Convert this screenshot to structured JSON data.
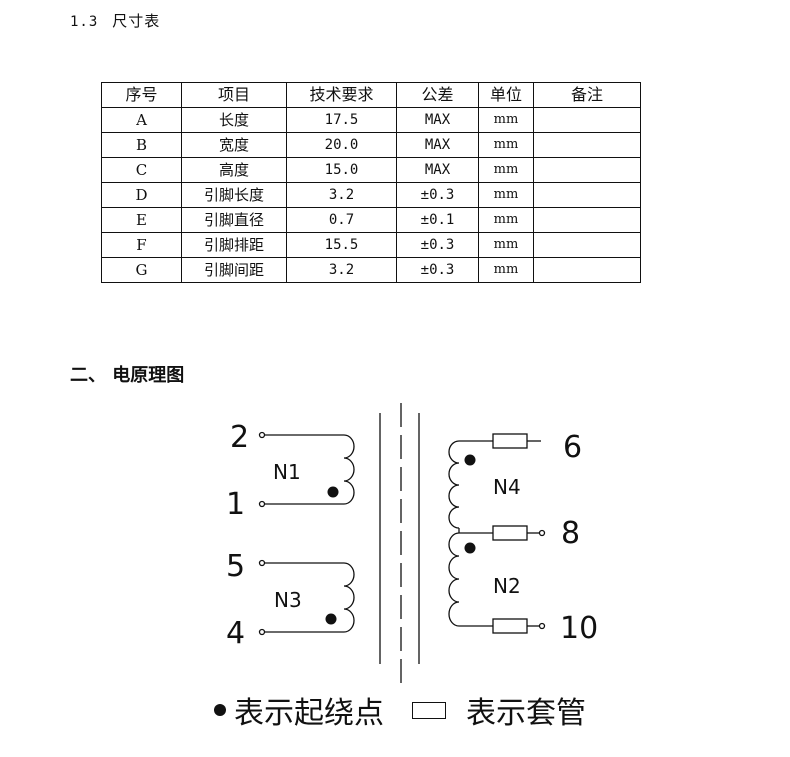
{
  "section1": {
    "number": "1.3",
    "title": "尺寸表"
  },
  "table": {
    "headers": [
      "序号",
      "项目",
      "技术要求",
      "公差",
      "单位",
      "备注"
    ],
    "rows": [
      [
        "A",
        "长度",
        "17.5",
        "MAX",
        "mm",
        ""
      ],
      [
        "B",
        "宽度",
        "20.0",
        "MAX",
        "mm",
        ""
      ],
      [
        "C",
        "高度",
        "15.0",
        "MAX",
        "mm",
        ""
      ],
      [
        "D",
        "引脚长度",
        "3.2",
        "±0.3",
        "mm",
        ""
      ],
      [
        "E",
        "引脚直径",
        "0.7",
        "±0.1",
        "mm",
        ""
      ],
      [
        "F",
        "引脚排距",
        "15.5",
        "±0.3",
        "mm",
        ""
      ],
      [
        "G",
        "引脚间距",
        "3.2",
        "±0.3",
        "mm",
        ""
      ]
    ]
  },
  "section2": {
    "title": "二、 电原理图"
  },
  "schematic": {
    "pins": {
      "p2": "2",
      "p1": "1",
      "p5": "5",
      "p4": "4",
      "p6": "6",
      "p8": "8",
      "p10": "10"
    },
    "windings": {
      "n1": "N1",
      "n3": "N3",
      "n4": "N4",
      "n2": "N2"
    }
  },
  "legend": {
    "dot_text": "表示起绕点",
    "box_text": "表示套管"
  }
}
